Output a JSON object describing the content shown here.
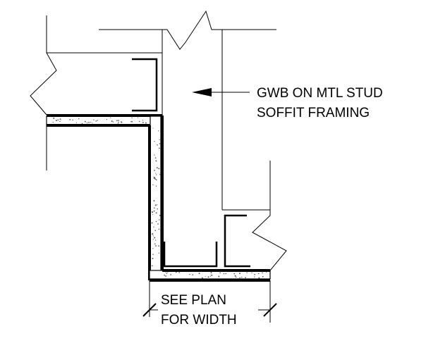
{
  "labels": {
    "note_1_line_1": "GWB ON MTL STUD",
    "note_1_line_2": "SOFFIT FRAMING",
    "note_2_line_1": "SEE PLAN",
    "note_2_line_2": "FOR WIDTH"
  },
  "colors": {
    "linework": "#000000",
    "background": "#ffffff"
  }
}
